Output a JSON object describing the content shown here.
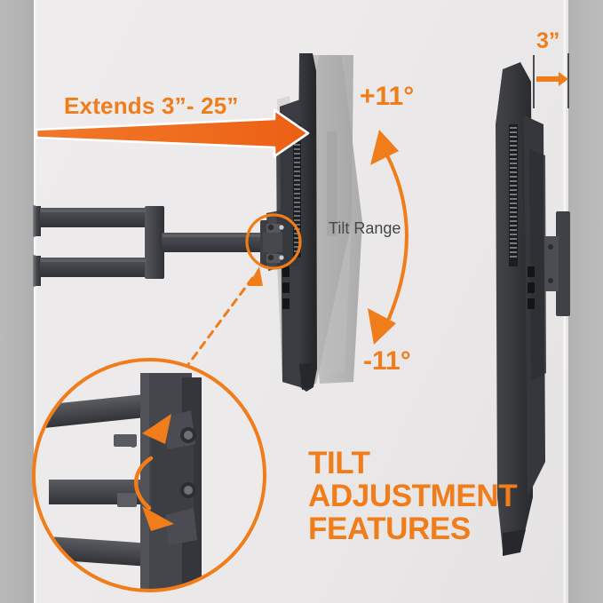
{
  "product": {
    "title_lines": [
      "TILT",
      "ADJUSTMENT",
      "FEATURES"
    ]
  },
  "annotations": {
    "extends_label": "Extends  3”- 25”",
    "tilt_up_label": "+11°",
    "tilt_down_label": "-11°",
    "tilt_range_label": "Tilt Range",
    "wall_gap_label": "3”"
  },
  "colors": {
    "accent_orange": "#f07d1a",
    "accent_orange_dark": "#e8601c",
    "wall_face": "#eceaea",
    "wall_side": "#b4b4b4",
    "mount_dark": "#3a3c40",
    "mount_mid": "#4c4e53",
    "tv_dark": "#2f3135",
    "ghost_tv": "#b0b0b0",
    "text_grey": "#46474a"
  },
  "icons": {
    "extends_arrow": "right-arrow-icon",
    "tilt_arc_up": "curved-arrow-up-icon",
    "tilt_arc_down": "curved-arrow-down-icon",
    "gap_arrow": "right-arrow-icon",
    "inset_arrow_up": "curved-arrow-up-icon",
    "inset_arrow_down": "curved-arrow-down-icon",
    "callout_pointer": "dashed-pointer-icon",
    "detail_circle": "circle-highlight-icon",
    "pivot_circle": "circle-highlight-icon"
  },
  "scene": {
    "left_view_caption": "articulating-arm-extended",
    "center_view_caption": "tv-tilt-range",
    "right_view_caption": "tv-flush-to-wall",
    "inset_caption": "tilt-pivot-closeup"
  }
}
